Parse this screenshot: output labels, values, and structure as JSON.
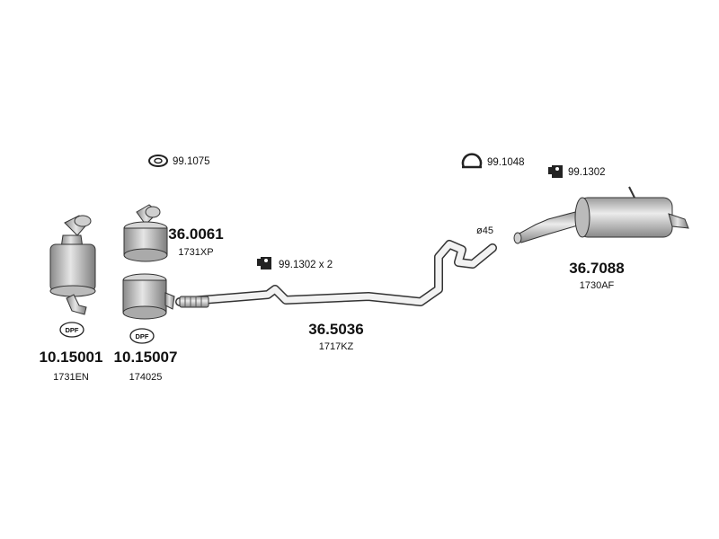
{
  "parts": [
    {
      "part_number": "10.15001",
      "oem_code": "1731EN",
      "badge": "DPF"
    },
    {
      "part_number": "10.15007",
      "oem_code": "174025",
      "badge": "DPF"
    },
    {
      "part_number": "36.0061",
      "oem_code": "1731XP"
    },
    {
      "part_number": "36.5036",
      "oem_code": "1717KZ"
    },
    {
      "part_number": "36.7088",
      "oem_code": "1730AF"
    }
  ],
  "accessories": [
    {
      "code": "99.1075",
      "icon": "gasket-icon"
    },
    {
      "code": "99.1302 x 2",
      "icon": "rubber-hanger-icon"
    },
    {
      "code": "99.1048",
      "icon": "clamp-icon"
    },
    {
      "code": "99.1302",
      "icon": "rubber-hanger-icon"
    }
  ],
  "pipe_diameter": "ø45"
}
